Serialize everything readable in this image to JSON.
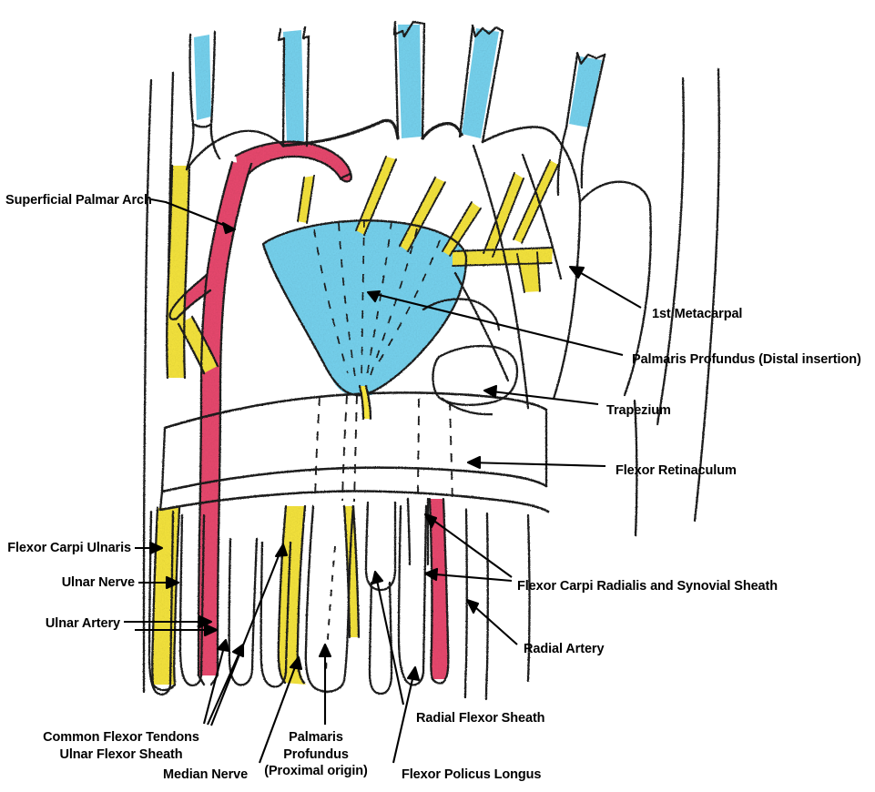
{
  "figure": {
    "type": "anatomical-illustration",
    "subject": "Palmar (volar) view of the hand and wrist showing flexor tendons, nerves and arteries",
    "medium": "hand-drawn pencil and colored-pencil sketch",
    "background_color": "#ffffff",
    "colors": {
      "artery_red": "#E8486E",
      "nerve_yellow": "#F5E43C",
      "tendon_blue": "#76D2EE",
      "outline_black": "#1a1a1a",
      "label_text": "#000000"
    }
  },
  "labels": {
    "superficial_palmar_arch": "Superficial Palmar Arch",
    "first_metacarpal": "1st Metacarpal",
    "palmaris_profundus_distal": "Palmaris Profundus (Distal insertion)",
    "trapezium": "Trapezium",
    "flexor_retinaculum": "Flexor Retinaculum",
    "flexor_carpi_ulnaris": "Flexor Carpi Ulnaris",
    "ulnar_nerve": "Ulnar Nerve",
    "ulnar_artery": "Ulnar Artery",
    "flexor_carpi_radialis": "Flexor Carpi Radialis and Synovial Sheath",
    "radial_artery": "Radial Artery",
    "common_flexor_tendons_line1": "Common Flexor Tendons",
    "common_flexor_tendons_line2": "Ulnar Flexor Sheath",
    "palmaris_profundus_proximal_line1": "Palmaris Profundus",
    "palmaris_profundus_proximal_line2": "(Proximal origin)",
    "median_nerve": "Median Nerve",
    "radial_flexor_sheath": "Radial Flexor Sheath",
    "flexor_policus_longus": "Flexor Policus Longus"
  },
  "structures": [
    {
      "name": "Superficial Palmar Arch",
      "tissue": "artery",
      "color": "#E8486E",
      "side": "ulnar",
      "region": "palm"
    },
    {
      "name": "1st Metacarpal",
      "tissue": "bone",
      "color": "#ffffff",
      "side": "radial",
      "region": "thumb"
    },
    {
      "name": "Palmaris Profundus (Distal insertion)",
      "tissue": "tendon",
      "color": "#76D2EE",
      "side": "central",
      "region": "palm"
    },
    {
      "name": "Trapezium",
      "tissue": "bone",
      "color": "#ffffff",
      "side": "radial",
      "region": "carpus"
    },
    {
      "name": "Flexor Retinaculum",
      "tissue": "ligament",
      "color": "#ffffff",
      "side": "central",
      "region": "carpal-tunnel"
    },
    {
      "name": "Flexor Carpi Ulnaris",
      "tissue": "tendon",
      "color": "#76D2EE",
      "side": "ulnar",
      "region": "forearm"
    },
    {
      "name": "Ulnar Nerve",
      "tissue": "nerve",
      "color": "#F5E43C",
      "side": "ulnar",
      "region": "forearm"
    },
    {
      "name": "Ulnar Artery",
      "tissue": "artery",
      "color": "#E8486E",
      "side": "ulnar",
      "region": "forearm"
    },
    {
      "name": "Flexor Carpi Radialis and Synovial Sheath",
      "tissue": "tendon",
      "color": "#76D2EE",
      "side": "radial",
      "region": "forearm"
    },
    {
      "name": "Radial Artery",
      "tissue": "artery",
      "color": "#E8486E",
      "side": "radial",
      "region": "forearm"
    },
    {
      "name": "Common Flexor Tendons / Ulnar Flexor Sheath",
      "tissue": "tendon",
      "color": "#76D2EE",
      "side": "ulnar",
      "region": "forearm"
    },
    {
      "name": "Palmaris Profundus (Proximal origin)",
      "tissue": "tendon",
      "color": "#76D2EE",
      "side": "central",
      "region": "forearm"
    },
    {
      "name": "Median Nerve",
      "tissue": "nerve",
      "color": "#F5E43C",
      "side": "central",
      "region": "forearm"
    },
    {
      "name": "Radial Flexor Sheath",
      "tissue": "sheath",
      "color": "#ffffff",
      "side": "radial",
      "region": "forearm"
    },
    {
      "name": "Flexor Policus Longus",
      "tissue": "tendon",
      "color": "#76D2EE",
      "side": "radial",
      "region": "forearm"
    }
  ]
}
